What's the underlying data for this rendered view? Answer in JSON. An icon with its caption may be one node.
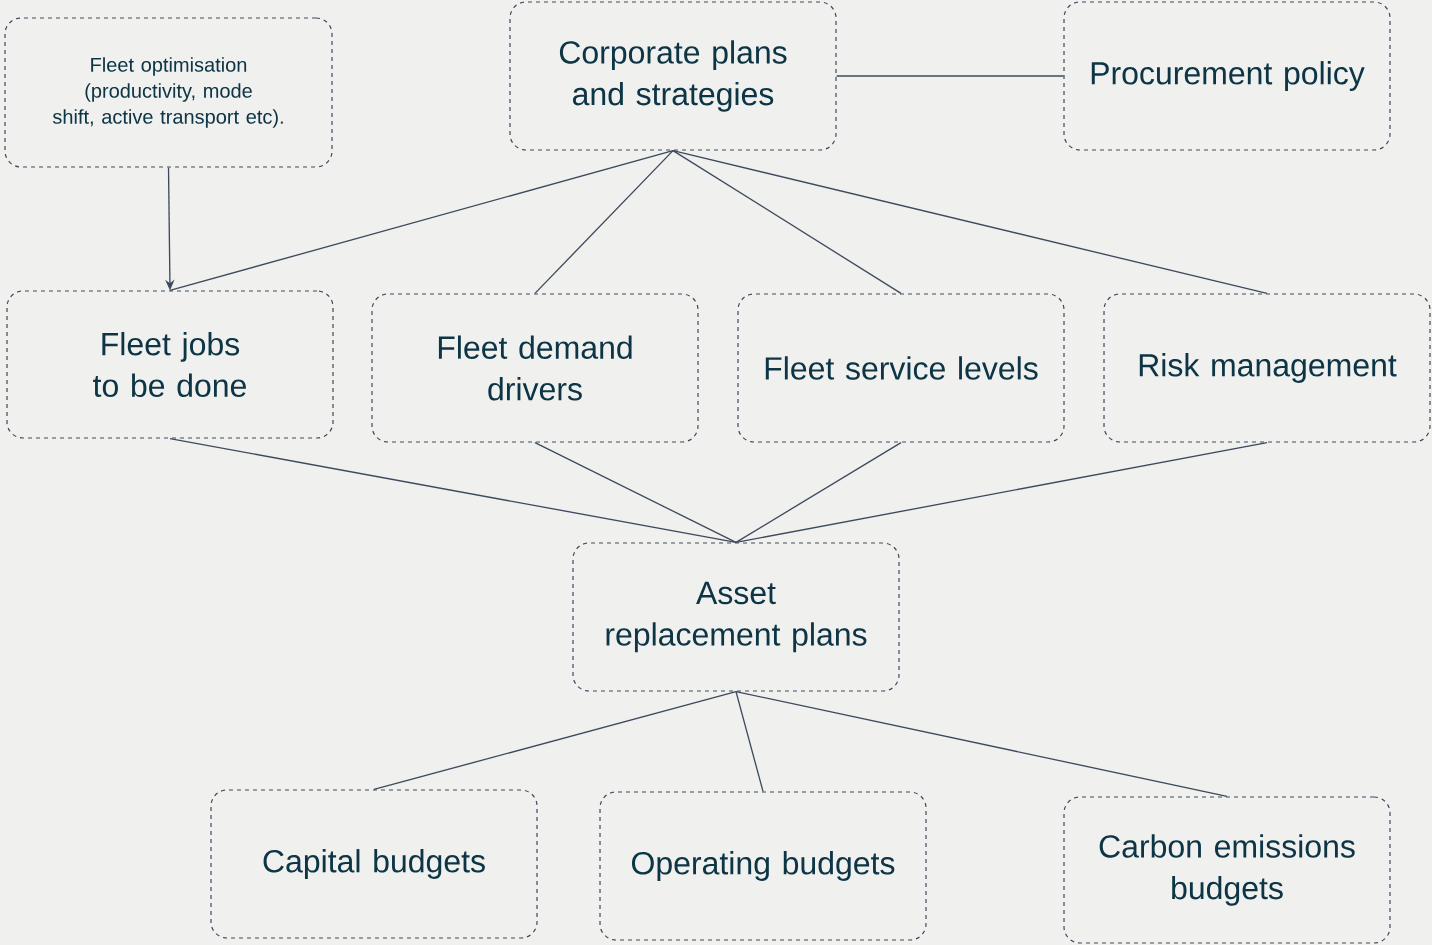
{
  "diagram": {
    "nodes": [
      {
        "text": [
          "Fleet optimisation (productivity, mode shift, active transport etc)."
        ]
      },
      {
        "text": [
          "Corporate plans and strategies"
        ]
      },
      {
        "text": [
          "Procurement policy"
        ]
      },
      {
        "text": [
          "Fleet jobs to be done"
        ]
      },
      {
        "text": [
          "Fleet demand drivers"
        ]
      },
      {
        "text": [
          "Fleet service levels"
        ]
      },
      {
        "text": [
          "Risk management"
        ]
      },
      {
        "text": [
          "Asset replacement plans"
        ]
      },
      {
        "text": [
          "Capital budgets"
        ]
      },
      {
        "text": [
          "Operating budgets"
        ]
      },
      {
        "text": [
          "Carbon emissions budgets"
        ]
      }
    ],
    "edges": [
      {
        "from": 0,
        "to": 3,
        "arrow": "to"
      },
      {
        "from": 1,
        "to": 2,
        "arrow": "none"
      },
      {
        "from": 1,
        "to": 3,
        "arrow": "none"
      },
      {
        "from": 1,
        "to": 4,
        "arrow": "none"
      },
      {
        "from": 1,
        "to": 5,
        "arrow": "none"
      },
      {
        "from": 1,
        "to": 6,
        "arrow": "none"
      },
      {
        "from": 3,
        "to": 7,
        "arrow": "none"
      },
      {
        "from": 4,
        "to": 7,
        "arrow": "none"
      },
      {
        "from": 5,
        "to": 7,
        "arrow": "none"
      },
      {
        "from": 6,
        "to": 7,
        "arrow": "none"
      },
      {
        "from": 7,
        "to": 8,
        "arrow": "none"
      },
      {
        "from": 7,
        "to": 9,
        "arrow": "none"
      },
      {
        "from": 7,
        "to": 10,
        "arrow": "none"
      }
    ]
  }
}
